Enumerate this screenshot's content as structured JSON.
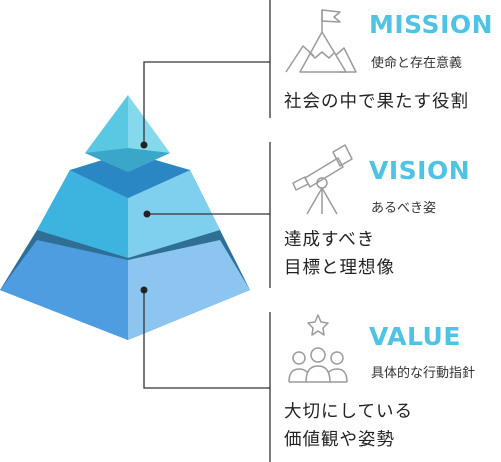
{
  "colors": {
    "accent": "#4ec3e3",
    "icon_stroke": "#9b9b9b",
    "top_left": "#5ac8e0",
    "top_right": "#86d8ec",
    "mid_left": "#3db4e0",
    "mid_right": "#7fd0ef",
    "bottom_left": "#4d9de0",
    "bottom_right": "#8cc5ef",
    "band_dark": "#2f6f95",
    "connector": "#333333"
  },
  "sections": [
    {
      "key": "mission",
      "title": "MISSION",
      "subtitle": "使命と存在意義",
      "description": [
        "社会の中で果たす役割"
      ],
      "icon": "mountain-flag-icon"
    },
    {
      "key": "vision",
      "title": "VISION",
      "subtitle": "あるべき姿",
      "description": [
        "達成すべき",
        "目標と理想像"
      ],
      "icon": "telescope-icon"
    },
    {
      "key": "value",
      "title": "VALUE",
      "subtitle": "具体的な行動指針",
      "description": [
        "大切にしている",
        "価値観や姿勢"
      ],
      "icon": "people-star-icon"
    }
  ]
}
